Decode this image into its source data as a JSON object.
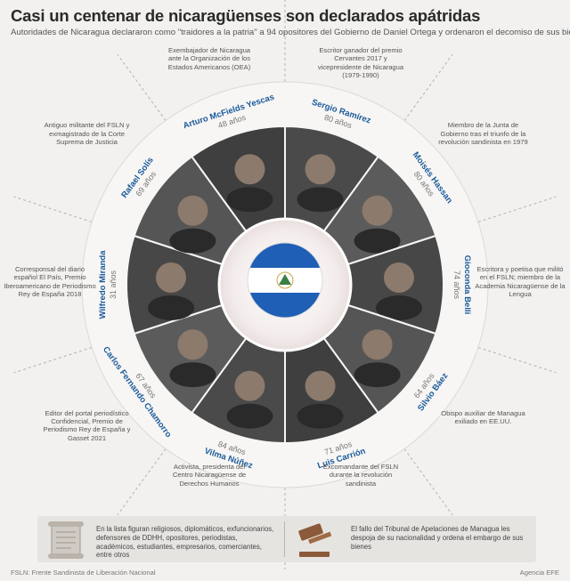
{
  "header": {
    "title": "Casi un centenar de nicaragüenses son declarados apátridas",
    "subtitle": "Autoridades de Nicaragua declararon como \"traidores a la patria\" a 94 opositores del Gobierno de Daniel Ortega y ordenaron el decomiso de sus bienes."
  },
  "people": [
    {
      "name": "Sergio Ramírez",
      "age": "80 años",
      "description": "Escritor ganador del premio Cervantes 2017 y vicepresidente de Nicaragua (1979-1990)"
    },
    {
      "name": "Moisés Hassan",
      "age": "80 años",
      "description": "Miembro de la Junta de Gobierno tras el triunfo de la revolución sandinista en 1979"
    },
    {
      "name": "Gioconda Belli",
      "age": "74 años",
      "description": "Escritora y poetisa que militó en el FSLN; miembro de la Academia Nicaragüense de la Lengua"
    },
    {
      "name": "Silvio Báez",
      "age": "64 años",
      "description": "Obispo auxiliar de Managua exiliado en EE.UU."
    },
    {
      "name": "Luis Carrión",
      "age": "71 años",
      "description": "Excomandante del FSLN durante la revolución sandinista"
    },
    {
      "name": "Vilma Núñez",
      "age": "84 años",
      "description": "Activista, presidenta del Centro Nicaragüense de Derechos Humanos"
    },
    {
      "name": "Carlos Fernando Chamorro",
      "age": "67 años",
      "description": "Editor del portal periodístico Confidencial, Premio de Periodismo Rey de España y Gasset 2021"
    },
    {
      "name": "Wilfredo Miranda",
      "age": "31 años",
      "description": "Corresponsal del diario español El País, Premio Iberoamericano de Periodismo Rey de España 2018"
    },
    {
      "name": "Rafael Solís",
      "age": "69 años",
      "description": "Antiguo militante del FSLN y exmagistrado de la Corte Suprema de Justicia"
    },
    {
      "name": "Arturo McFields Yescas",
      "age": "48 años",
      "description": "Exembajador de Nicaragua ante la Organización de los Estados Americanos (OEA)"
    }
  ],
  "footer": {
    "left_text": "En la lista figuran religiosos, diplomáticos, exfuncionarios, defensores de DDHH, opositores, periodistas, académicos, estudiantes, empresarios, comerciantes, entre otros",
    "right_text": "El fallo del Tribunal de Apelaciones de Managua les despoja de su nacionalidad y ordena el embargo de sus bienes",
    "left_icon": "scroll-icon",
    "right_icon": "gavel-icon"
  },
  "credits": {
    "left": "FSLN: Frente Sandinista de Liberación Nacional",
    "right": "Agencia EFE"
  },
  "colors": {
    "name_blue": "#1a5a9a",
    "flag_blue": "#1f5fb5",
    "ring_bg": "#f6f4f2",
    "photo_dark": "#3d3d3d"
  }
}
